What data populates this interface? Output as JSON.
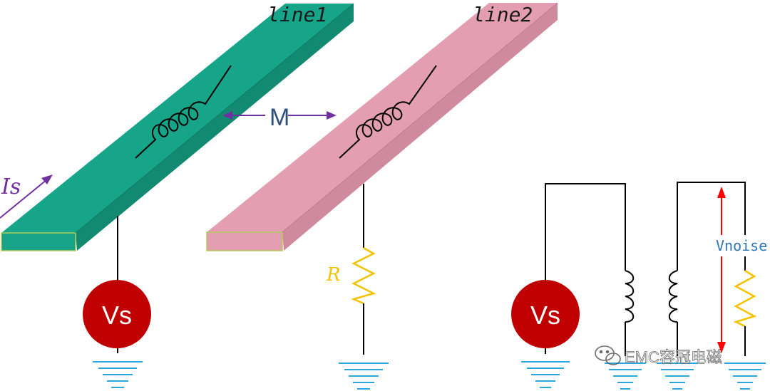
{
  "labels": {
    "line1": "line1",
    "line2": "line2",
    "mutual": "M",
    "current": "Is",
    "resistor": "R",
    "source_left": "Vs",
    "source_right": "Vs",
    "noise": "Vnoise",
    "watermark": "EMC容冠电磁"
  },
  "colors": {
    "line1_fill": "#17a589",
    "line2_fill": "#e39eb2",
    "arrow_purple": "#7030a0",
    "mutual_text": "#2e4f7a",
    "resistor": "#f5c200",
    "source_fill": "#c00000",
    "ground": "#2aa7e0",
    "noise_arrow": "#ff0000",
    "noise_text": "#2e75b6",
    "wire": "#000000"
  },
  "icons": {
    "inductor": "coil-icon",
    "resistor": "zigzag-resistor-icon",
    "ground": "ground-icon",
    "source": "voltage-source-icon",
    "watermark": "wechat-icon"
  }
}
